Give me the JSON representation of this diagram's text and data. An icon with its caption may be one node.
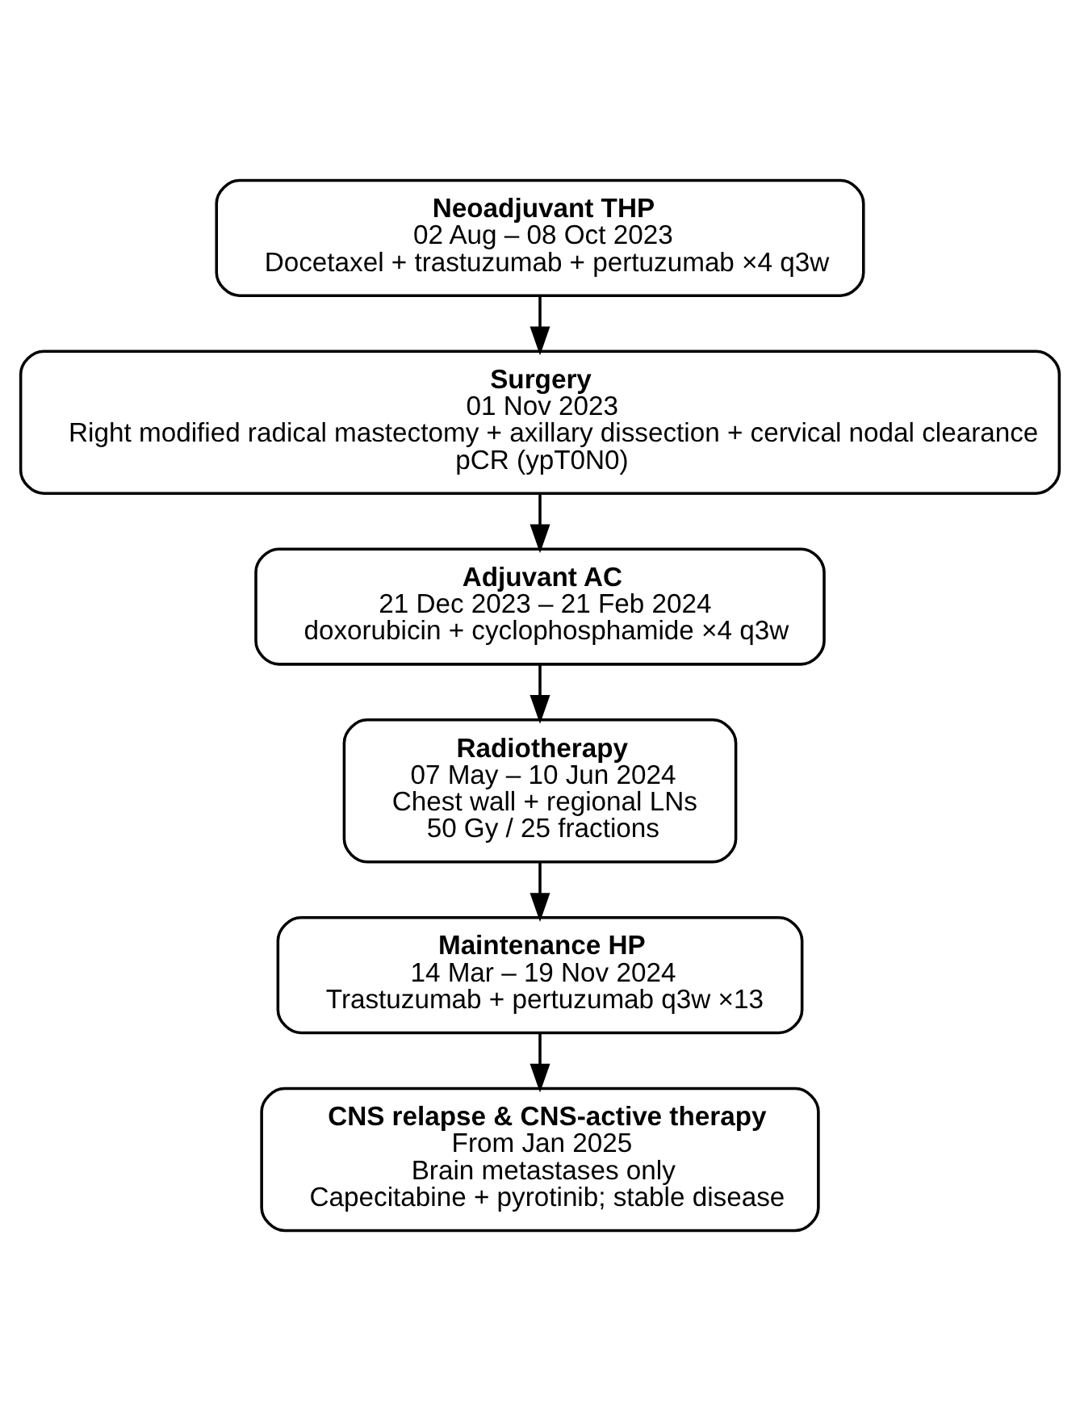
{
  "diagram": {
    "nodes": [
      {
        "text": [
          "Neoadjuvant THP",
          "02 Aug – 08 Oct 2023",
          "Docetaxel + trastuzumab + pertuzumab ×4 q3w"
        ]
      },
      {
        "text": [
          "Surgery",
          "01 Nov 2023",
          "Right modified radical mastectomy + axillary dissection + cervical nodal clearance",
          "pCR (ypT0N0)"
        ]
      },
      {
        "text": [
          "Adjuvant AC",
          "21 Dec 2023 – 21 Feb 2024",
          "doxorubicin + cyclophosphamide ×4 q3w"
        ]
      },
      {
        "text": [
          "Radiotherapy",
          "07 May – 10 Jun 2024",
          "Chest wall + regional LNs",
          "50 Gy / 25 fractions"
        ]
      },
      {
        "text": [
          "Maintenance HP",
          "14 Mar – 19 Nov 2024",
          "Trastuzumab + pertuzumab q3w ×13"
        ]
      },
      {
        "text": [
          "CNS relapse & CNS-active therapy",
          "From Jan 2025",
          "Brain metastases only",
          "Capecitabine + pyrotinib; stable disease"
        ]
      }
    ],
    "edges": [
      {
        "from": 0,
        "to": 1,
        "arrow": "to"
      },
      {
        "from": 1,
        "to": 2,
        "arrow": "to"
      },
      {
        "from": 2,
        "to": 3,
        "arrow": "to"
      },
      {
        "from": 3,
        "to": 4,
        "arrow": "to"
      },
      {
        "from": 4,
        "to": 5,
        "arrow": "to"
      }
    ]
  }
}
